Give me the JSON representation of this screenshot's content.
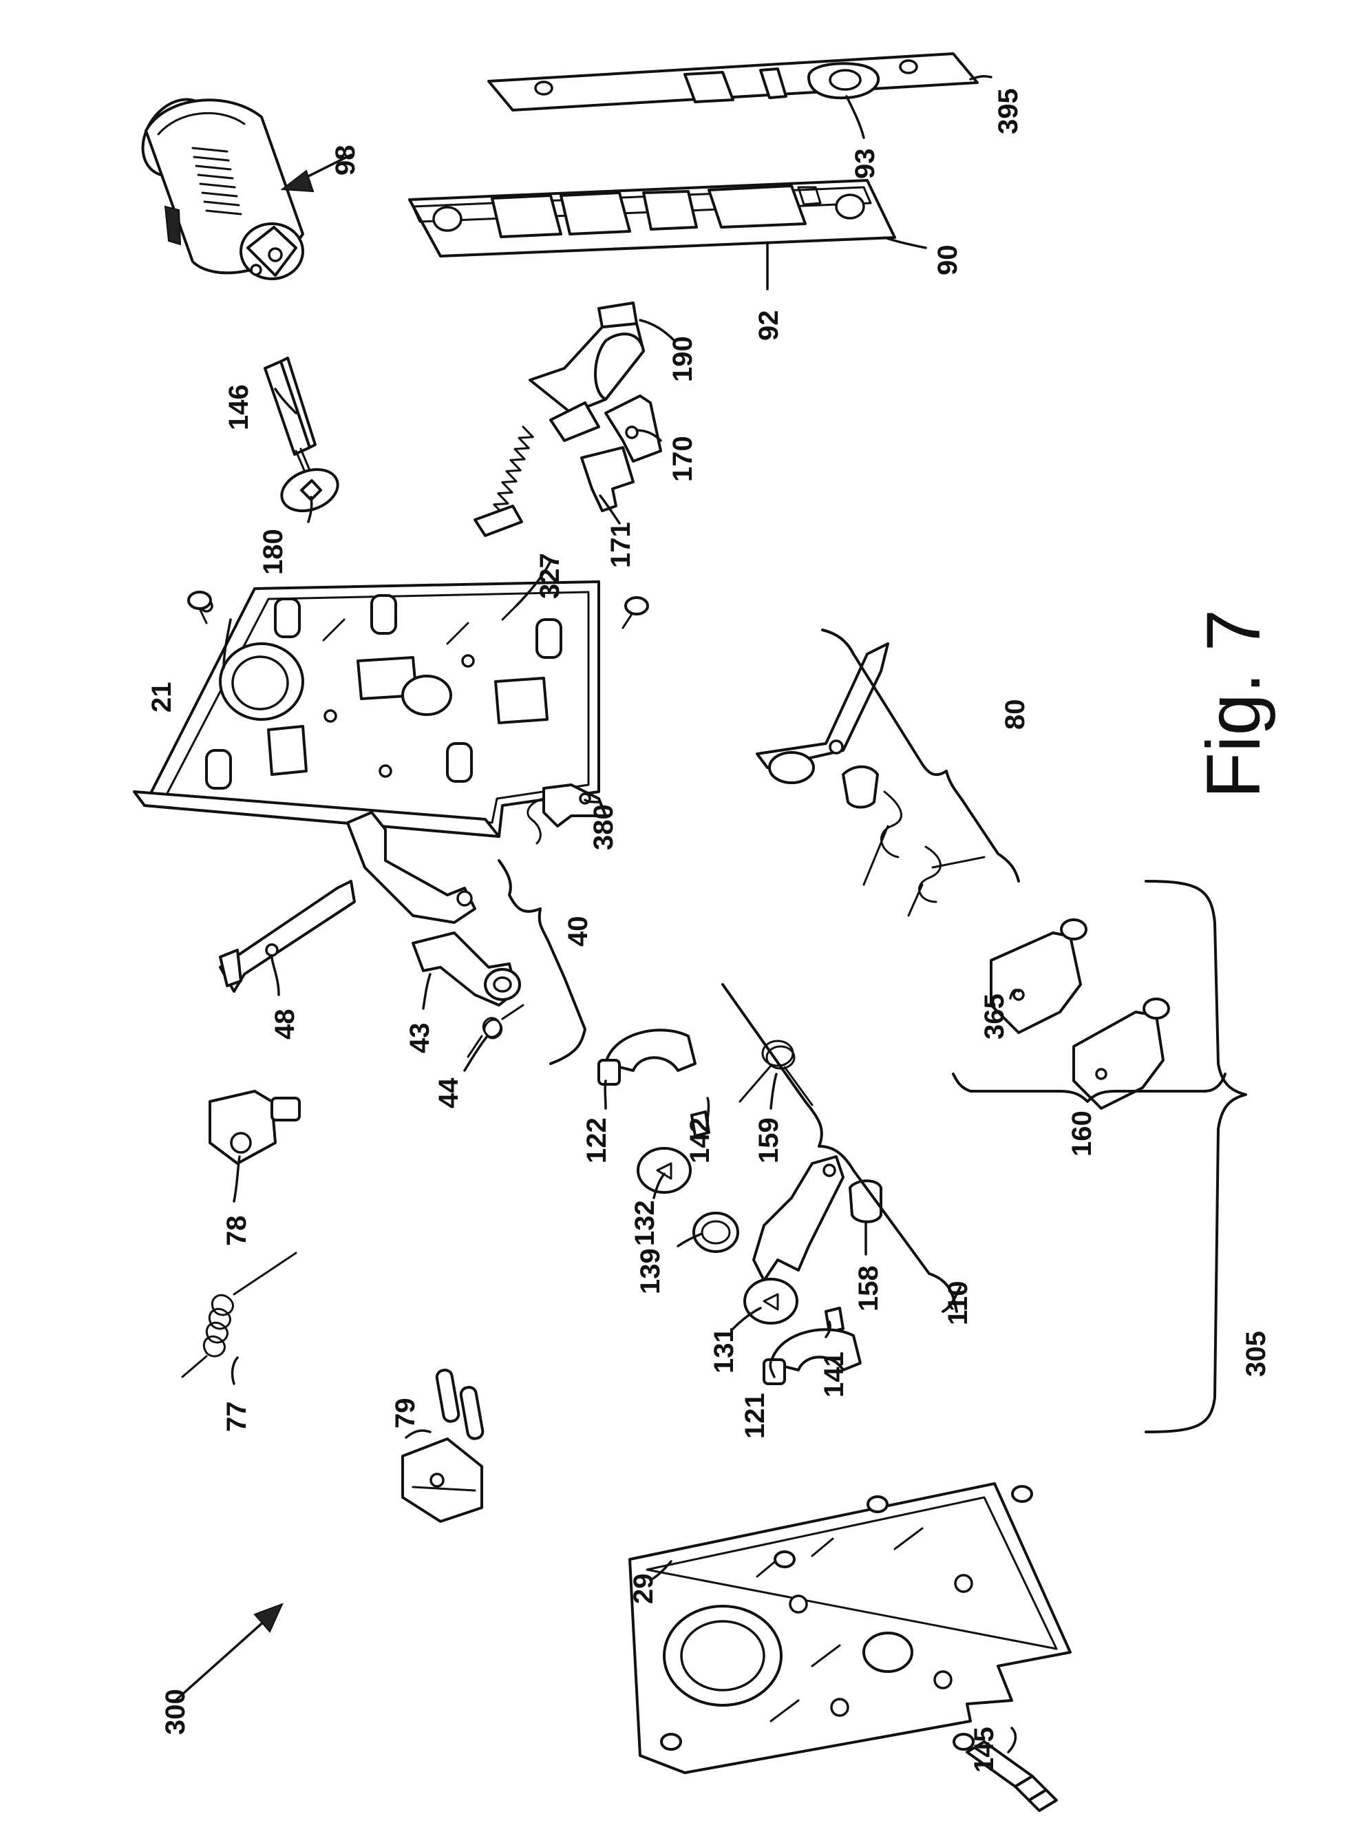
{
  "figure": {
    "title": "Fig. 7"
  },
  "labels": {
    "l300": "300",
    "l145": "145",
    "l29": "29",
    "l79": "79",
    "l77": "77",
    "l78": "78",
    "l121": "121",
    "l131": "131",
    "l141": "141",
    "l139": "139",
    "l158": "158",
    "l132": "132",
    "l122": "122",
    "l142": "142",
    "l159": "159",
    "l110": "110",
    "l44": "44",
    "l43": "43",
    "l48": "48",
    "l40": "40",
    "l305": "305",
    "l160": "160",
    "l365": "365",
    "l80": "80",
    "l380": "380",
    "l21": "21",
    "l327": "327",
    "l180": "180",
    "l146": "146",
    "l171": "171",
    "l170": "170",
    "l190": "190",
    "l92": "92",
    "l90": "90",
    "l93": "93",
    "l395": "395",
    "l98": "98"
  }
}
